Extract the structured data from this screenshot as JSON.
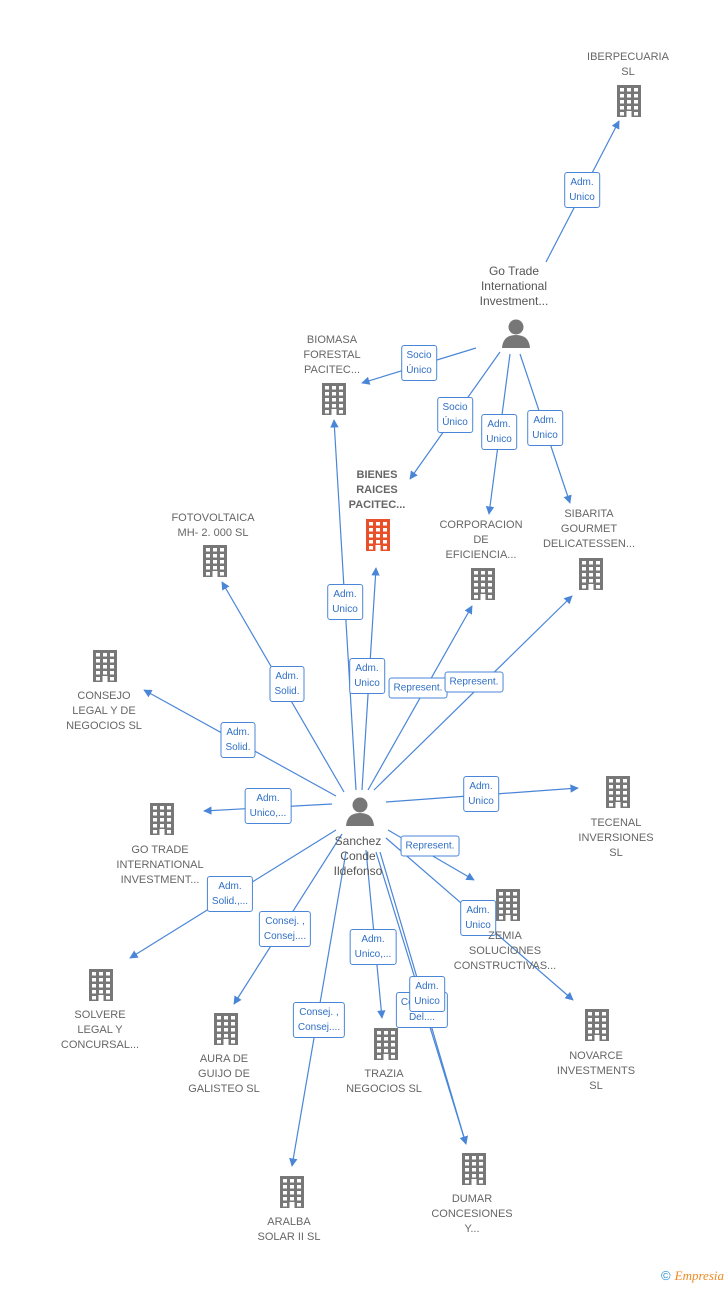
{
  "colors": {
    "edge": "#4a86d8",
    "building": "#777777",
    "main_building": "#e8502a",
    "person": "#777777"
  },
  "persons": [
    {
      "id": "sanchez",
      "label": "Sanchez\nConde\nIldefonso"
    },
    {
      "id": "gotrade_person",
      "label": "Go Trade\nInternational\nInvestment..."
    }
  ],
  "companies": [
    {
      "id": "iberpecuaria",
      "label": "IBERPECUARIA\nSL"
    },
    {
      "id": "biomasa",
      "label": "BIOMASA\nFORESTAL\nPACITEC..."
    },
    {
      "id": "bienes",
      "label": "BIENES\nRAICES\nPACITEC...",
      "main": true
    },
    {
      "id": "corporacion",
      "label": "CORPORACION\nDE\nEFICIENCIA..."
    },
    {
      "id": "sibarita",
      "label": "SIBARITA\nGOURMET\nDELICATESSEN..."
    },
    {
      "id": "fotovoltaica",
      "label": "FOTOVOLTAICA\nMH- 2. 000 SL"
    },
    {
      "id": "consejo",
      "label": "CONSEJO\nLEGAL Y DE\nNEGOCIOS  SL"
    },
    {
      "id": "gotrade_co",
      "label": "GO TRADE\nINTERNATIONAL\nINVESTMENT..."
    },
    {
      "id": "tecenal",
      "label": "TECENAL\nINVERSIONES\nSL"
    },
    {
      "id": "zemia",
      "label": "ZEMIA\nSOLUCIONES\nCONSTRUCTIVAS..."
    },
    {
      "id": "solvere",
      "label": "SOLVERE\nLEGAL Y\nCONCURSAL..."
    },
    {
      "id": "aura",
      "label": "AURA DE\nGUIJO DE\nGALISTEO SL"
    },
    {
      "id": "trazia",
      "label": "TRAZIA\nNEGOCIOS  SL"
    },
    {
      "id": "novarce",
      "label": "NOVARCE\nINVESTMENTS\nSL"
    },
    {
      "id": "aralba",
      "label": "ARALBA\nSOLAR II SL"
    },
    {
      "id": "dumar",
      "label": "DUMAR\nCONCESIONES\nY..."
    }
  ],
  "edges": [
    {
      "from": "gotrade_person",
      "to": "iberpecuaria",
      "label": "Adm.\nUnico"
    },
    {
      "from": "gotrade_person",
      "to": "biomasa",
      "label": "Socio\nÚnico"
    },
    {
      "from": "gotrade_person",
      "to": "bienes",
      "label": "Socio\nÚnico"
    },
    {
      "from": "gotrade_person",
      "to": "corporacion",
      "label": "Adm.\nUnico"
    },
    {
      "from": "gotrade_person",
      "to": "sibarita",
      "label": "Adm.\nUnico"
    },
    {
      "from": "sanchez",
      "to": "biomasa",
      "label": "Adm.\nUnico"
    },
    {
      "from": "sanchez",
      "to": "bienes",
      "label": "Adm.\nUnico"
    },
    {
      "from": "sanchez",
      "to": "corporacion",
      "label": "Represent."
    },
    {
      "from": "sanchez",
      "to": "sibarita",
      "label": "Represent."
    },
    {
      "from": "sanchez",
      "to": "fotovoltaica",
      "label": "Adm.\nSolid."
    },
    {
      "from": "sanchez",
      "to": "consejo",
      "label": "Adm.\nSolid."
    },
    {
      "from": "sanchez",
      "to": "gotrade_co",
      "label": "Adm.\nUnico,..."
    },
    {
      "from": "sanchez",
      "to": "tecenal",
      "label": "Adm.\nUnico"
    },
    {
      "from": "sanchez",
      "to": "zemia",
      "label": "Represent."
    },
    {
      "from": "sanchez",
      "to": "novarce",
      "label": "Adm.\nUnico"
    },
    {
      "from": "sanchez",
      "to": "solvere",
      "label": "Adm.\nSolid.,..."
    },
    {
      "from": "sanchez",
      "to": "aura",
      "label": "Consej. ,\nConsej...."
    },
    {
      "from": "sanchez",
      "to": "trazia",
      "label": "Adm.\nUnico,..."
    },
    {
      "from": "sanchez",
      "to": "aralba",
      "label": "Consej. ,\nConsej...."
    },
    {
      "from": "sanchez",
      "to": "dumar",
      "label": "Consej....\nDel...."
    },
    {
      "from": "sanchez",
      "to": "dumar",
      "label": "Adm.\nUnico"
    }
  ],
  "footer": {
    "copyright": "©",
    "brand": "Empresia"
  }
}
